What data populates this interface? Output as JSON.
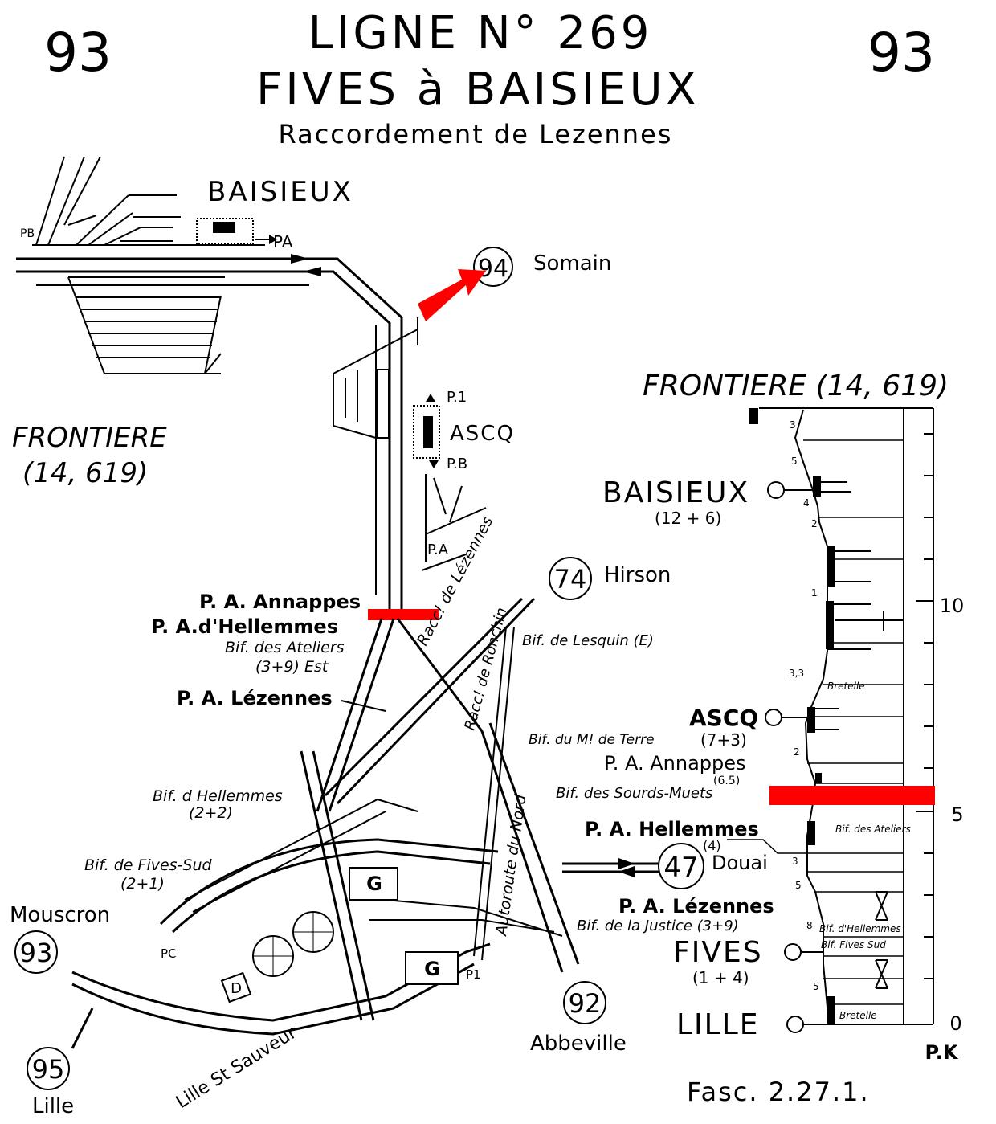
{
  "header": {
    "page_number_left": "93",
    "page_number_right": "93",
    "title_line1": "LIGNE N° 269",
    "title_line2": "FIVES à BAISIEUX",
    "subtitle": "Raccordement de Lezennes"
  },
  "map": {
    "baisieux_label": "BAISIEUX",
    "pb_label": "PB",
    "pa_label": "PA",
    "frontier_label": "FRONTIERE",
    "frontier_pk": "(14, 619)",
    "ascq_label": "ASCQ",
    "p1_label": "P.1",
    "pb2_label": "P.B",
    "pa2_label": "P.A",
    "pa_annappes": "P. A. Annappes",
    "pa_hellemmes": "P. A.d'Hellemmes",
    "bif_ateliers": "Bif. des Ateliers",
    "bif_ateliers_pk": "(3+9)  Est",
    "pa_lezennes": "P. A. Lézennes",
    "raccordement_lezennes": "Racc! de Lézennes",
    "bif_lesquin": "Bif. de Lesquin (E)",
    "racc_ronchin": "Racc! de Ronchin",
    "bif_mont_terre": "Bif. du M! de Terre",
    "bif_sourds_muets": "Bif. des Sourds-Muets",
    "bif_hellemmes": "Bif. d Hellemmes",
    "bif_hellemmes_pk": "(2+2)",
    "bif_fives_sud": "Bif. de Fives-Sud",
    "bif_fives_sud_pk": "(2+1)",
    "g_label": "G",
    "d_label": "D",
    "pc_label": "PC",
    "p1_bottom": "P1",
    "lille_st_sauveur": "Lille St Sauveur",
    "autoroute_nord": "Autoroute du Nord",
    "bif_justice": "Bif. de la Justice (3+9)",
    "connections": [
      {
        "number": "94",
        "name": "Somain"
      },
      {
        "number": "74",
        "name": "Hirson"
      },
      {
        "number": "47",
        "name": "Douai"
      },
      {
        "number": "93",
        "name": "Mouscron"
      },
      {
        "number": "95",
        "name": "Lille"
      },
      {
        "number": "92",
        "name": "Abbeville"
      }
    ]
  },
  "profile": {
    "frontier_label": "FRONTIERE (14, 619)",
    "stations": [
      {
        "name": "BAISIEUX",
        "pk": "(12 + 6)"
      },
      {
        "name": "ASCQ",
        "pk": "(7+3)"
      },
      {
        "name": "P. A. Annappes",
        "pk": "(6.5)"
      },
      {
        "name": "P. A. Hellemmes",
        "pk": "(4)"
      },
      {
        "name": "P. A. Lézennes",
        "pk": ""
      },
      {
        "name": "FIVES",
        "pk": "(1 + 4)"
      },
      {
        "name": "LILLE",
        "pk": ""
      }
    ],
    "douai_label": "Douai",
    "bretelle": "Bretelle",
    "bif_ateliers": "Bif. des Ateliers",
    "bif_hellemmes": "Bif. d'Hellemmes",
    "bif_fives_sud": "Bif. Fives Sud",
    "bif_justice": "Bif. de la Justice (3+9)",
    "gradients": [
      "3",
      "5",
      "4",
      "2",
      "1",
      "3,3",
      "2",
      "3",
      "5",
      "8",
      "5"
    ],
    "scale_ticks": [
      "10",
      "5",
      "0"
    ],
    "scale_unit": "P.K"
  },
  "footer": {
    "fascicule": "Fasc. 2.27.1."
  },
  "colors": {
    "ink": "#000000",
    "highlight": "#ff0000"
  }
}
